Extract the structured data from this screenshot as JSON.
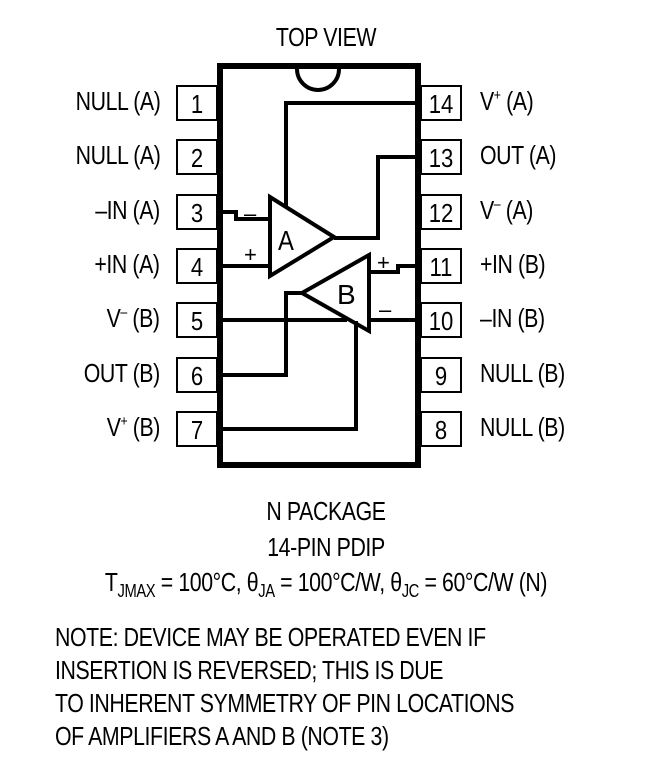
{
  "title": "TOP VIEW",
  "package": {
    "name": "N PACKAGE",
    "type": "14-PIN PDIP",
    "thermal": {
      "tjmax_label": "T",
      "tjmax_sub": "JMAX",
      "tjmax_value": " = 100°C, ",
      "theta_ja_label": "θ",
      "theta_ja_sub": "JA",
      "theta_ja_value": " = 100°C/W, ",
      "theta_jc_label": "θ",
      "theta_jc_sub": "JC",
      "theta_jc_value": " = 60°C/W (N)"
    }
  },
  "left_pins": [
    {
      "num": "1",
      "name": "NULL (A)"
    },
    {
      "num": "2",
      "name": "NULL (A)"
    },
    {
      "num": "3",
      "name": "–IN (A)"
    },
    {
      "num": "4",
      "name": "+IN (A)"
    },
    {
      "num": "5",
      "base": "V",
      "sup": "–",
      "suffix": " (B)"
    },
    {
      "num": "6",
      "name": "OUT (B)"
    },
    {
      "num": "7",
      "base": "V",
      "sup": "+",
      "suffix": " (B)"
    }
  ],
  "right_pins": [
    {
      "num": "14",
      "base": "V",
      "sup": "+",
      "suffix": " (A)"
    },
    {
      "num": "13",
      "name": "OUT (A)"
    },
    {
      "num": "12",
      "base": "V",
      "sup": "–",
      "suffix": " (A)"
    },
    {
      "num": "11",
      "name": "+IN (B)"
    },
    {
      "num": "10",
      "name": "–IN (B)"
    },
    {
      "num": "9",
      "name": "NULL (B)"
    },
    {
      "num": "8",
      "name": "NULL (B)"
    }
  ],
  "amplifiers": {
    "a": {
      "label": "A",
      "minus": "–",
      "plus": "+"
    },
    "b": {
      "label": "B",
      "minus": "–",
      "plus": "+"
    }
  },
  "note_lines": [
    "NOTE: DEVICE MAY BE OPERATED EVEN IF",
    "INSERTION IS REVERSED; THIS IS DUE",
    "TO INHERENT SYMMETRY OF PIN LOCATIONS",
    "OF AMPLIFIERS A AND B (NOTE 3)"
  ]
}
